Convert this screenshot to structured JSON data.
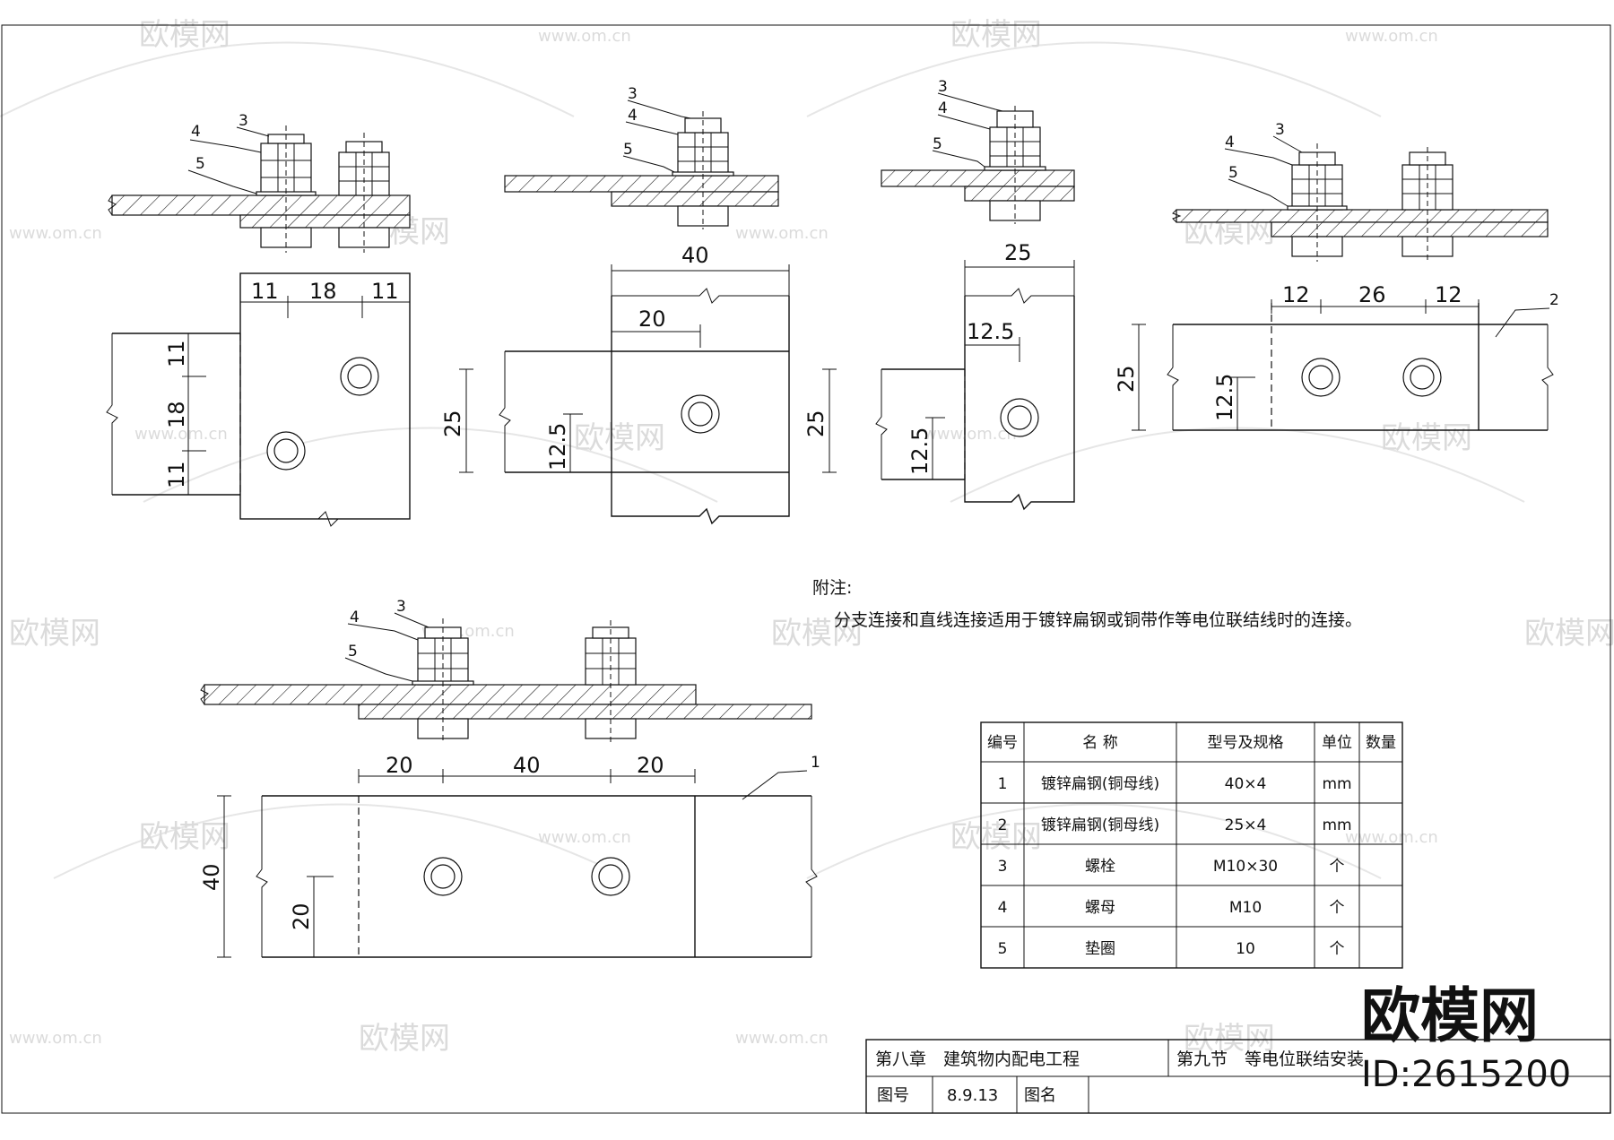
{
  "note": {
    "heading": "附注:",
    "text": "分支连接和直线连接适用于镀锌扁钢或铜带作等电位联结线时的连接。"
  },
  "views": {
    "v1": {
      "dims": [
        "11",
        "18",
        "11"
      ],
      "side_dims": [
        "11",
        "18",
        "11"
      ],
      "callouts": [
        "4",
        "3",
        "5"
      ]
    },
    "v2": {
      "dims": [
        "40",
        "20"
      ],
      "side_dims": [
        "25",
        "12.5",
        "25"
      ],
      "callouts": [
        "3",
        "4",
        "5"
      ]
    },
    "v3": {
      "dims": [
        "25",
        "12.5"
      ],
      "side_dims": [
        "12.5"
      ],
      "callouts": [
        "3",
        "4",
        "5"
      ]
    },
    "v4": {
      "dims": [
        "12",
        "26",
        "12"
      ],
      "side_dims": [
        "25",
        "12.5"
      ],
      "callouts": [
        "4",
        "3",
        "5",
        "2"
      ]
    },
    "v5": {
      "dims": [
        "20",
        "40",
        "20"
      ],
      "side_dims": [
        "40",
        "20"
      ],
      "callouts": [
        "4",
        "3",
        "5",
        "1"
      ]
    }
  },
  "parts_table": {
    "headers": [
      "编号",
      "名 称",
      "型号及规格",
      "单位",
      "数量"
    ],
    "rows": [
      [
        "1",
        "镀锌扁钢(铜母线)",
        "40×4",
        "mm",
        ""
      ],
      [
        "2",
        "镀锌扁钢(铜母线)",
        "25×4",
        "mm",
        ""
      ],
      [
        "3",
        "螺栓",
        "M10×30",
        "个",
        ""
      ],
      [
        "4",
        "螺母",
        "M10",
        "个",
        ""
      ],
      [
        "5",
        "垫圈",
        "10",
        "个",
        ""
      ]
    ]
  },
  "title_block": {
    "chapter": "第八章　建筑物内配电工程",
    "section": "第九节　等电位联结安装",
    "drawing_no_label": "图号",
    "drawing_no": "8.9.13",
    "drawing_name_label": "图名",
    "drawing_name": ""
  },
  "watermark": {
    "brand": "欧模网",
    "site": "www.om.cn",
    "id": "ID:2615200"
  }
}
